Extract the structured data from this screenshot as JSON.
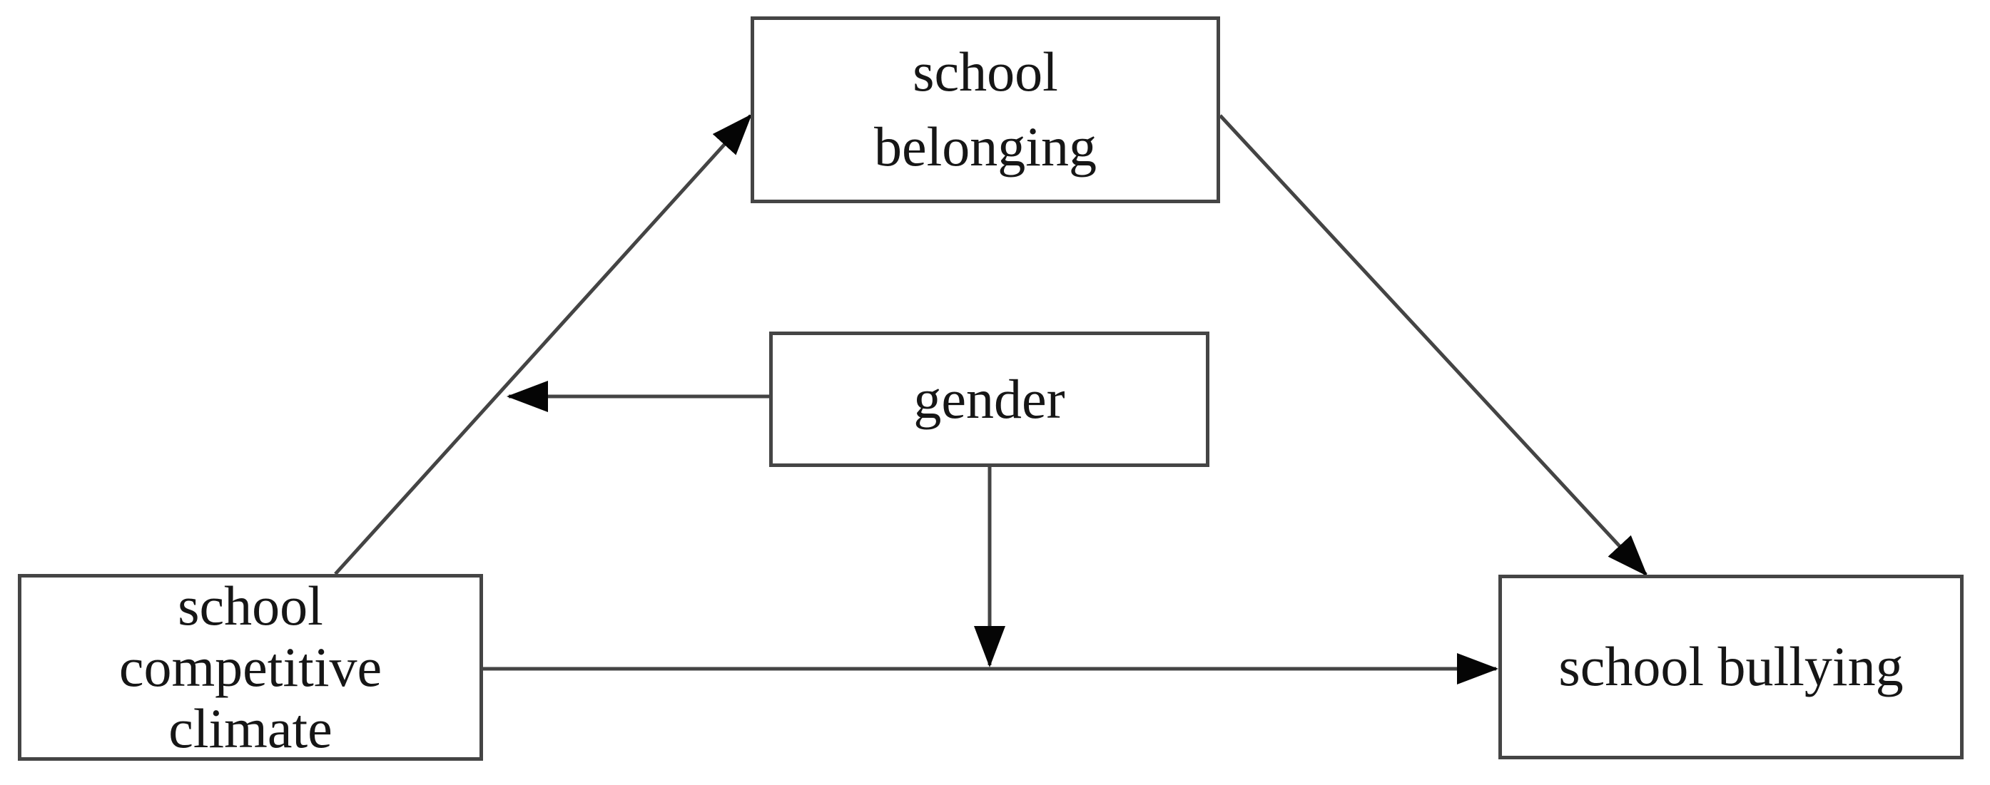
{
  "diagram": {
    "type": "path-model-diagram",
    "nodes": {
      "school_belonging": {
        "line1": "school",
        "line2": "belonging"
      },
      "gender": {
        "label": "gender"
      },
      "school_competitive_climate": {
        "line1": "school",
        "line2": "competitive",
        "line3": "climate"
      },
      "school_bullying": {
        "label": "school bullying"
      }
    },
    "edges": [
      {
        "from": "school competitive climate",
        "to": "school belonging",
        "style": "arrow"
      },
      {
        "from": "school belonging",
        "to": "school bullying",
        "style": "arrow"
      },
      {
        "from": "school competitive climate",
        "to": "school bullying",
        "style": "arrow"
      },
      {
        "from": "gender",
        "to": "path school competitive climate -> school belonging",
        "style": "arrow"
      },
      {
        "from": "gender",
        "to": "path school competitive climate -> school bullying",
        "style": "arrow"
      }
    ],
    "colors": {
      "background": "#ffffff",
      "line": "#444444",
      "box_border": "#454545",
      "arrowhead": "#050505",
      "text": "#161616"
    }
  }
}
